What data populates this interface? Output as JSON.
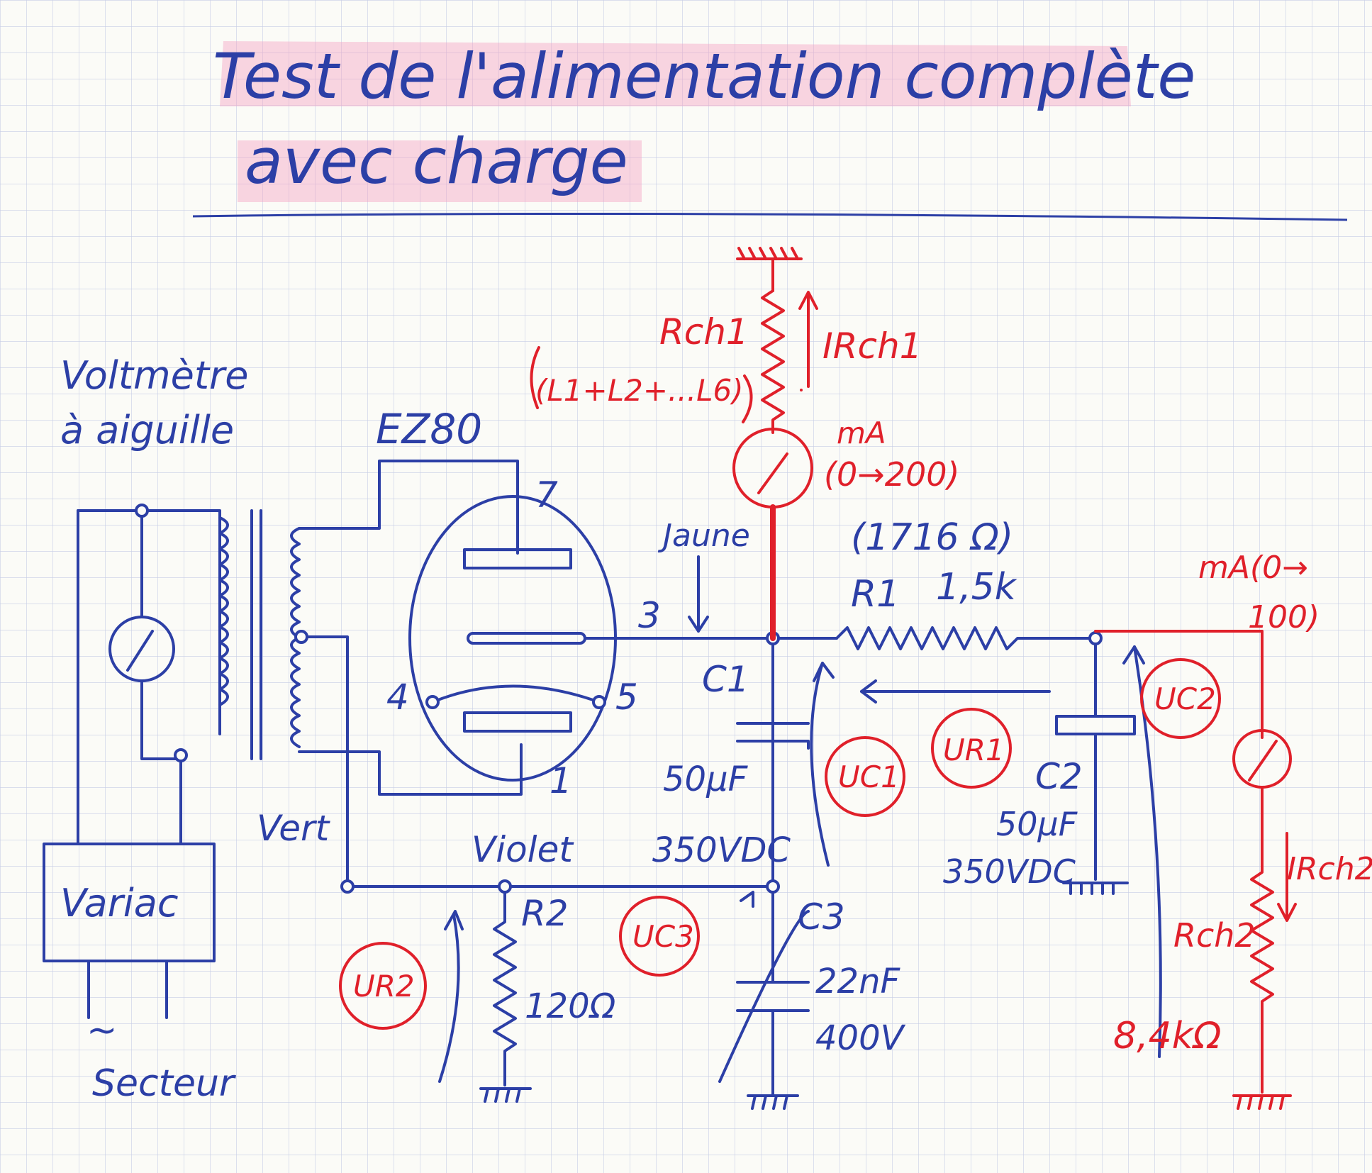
{
  "title": {
    "line1": "Test de l'alimentation complète",
    "line2": "avec charge"
  },
  "labels": {
    "voltmeter": "Voltmètre",
    "voltmeter2": "à aiguille",
    "tube": "EZ80",
    "pin7": "7",
    "pin3": "3",
    "pin4": "4",
    "pin5": "5",
    "pin1": "1",
    "vert": "Vert",
    "violet": "Violet",
    "variac": "Variac",
    "secteur_sym": "~",
    "secteur": "Secteur",
    "jaune": "Jaune",
    "c1": "C1",
    "c1_value": "50µF",
    "c1_voltage": "350VDC",
    "c2": "C2",
    "c2_value": "50µF",
    "c2_voltage": "350VDC",
    "c3": "C3",
    "c3_value": "22nF",
    "c3_voltage": "400V",
    "r1_measured": "(1716 Ω)",
    "r1": "R1",
    "r1_value": "1,5k",
    "r2": "R2",
    "r2_value": "120Ω",
    "rch1": "Rch1",
    "rch1_detail": "(L1+L2+...L6)",
    "irch1": "IRch1",
    "ma1": "mA",
    "ma1_range": "(0→200)",
    "ma2": "mA(0→",
    "ma2_range": "100)",
    "irch2": "IRch2",
    "rch2": "Rch2",
    "rch2_value": "8,4kΩ",
    "uc1": "UC1",
    "ur1": "UR1",
    "uc2": "UC2",
    "uc3": "UC3",
    "ur2": "UR2"
  },
  "colors": {
    "ink_blue": "#2c3fa6",
    "ink_red": "#e0202a",
    "highlight_pink": "#f4a3c4",
    "grid": "#c7cde6",
    "paper": "#fbfbf7"
  }
}
